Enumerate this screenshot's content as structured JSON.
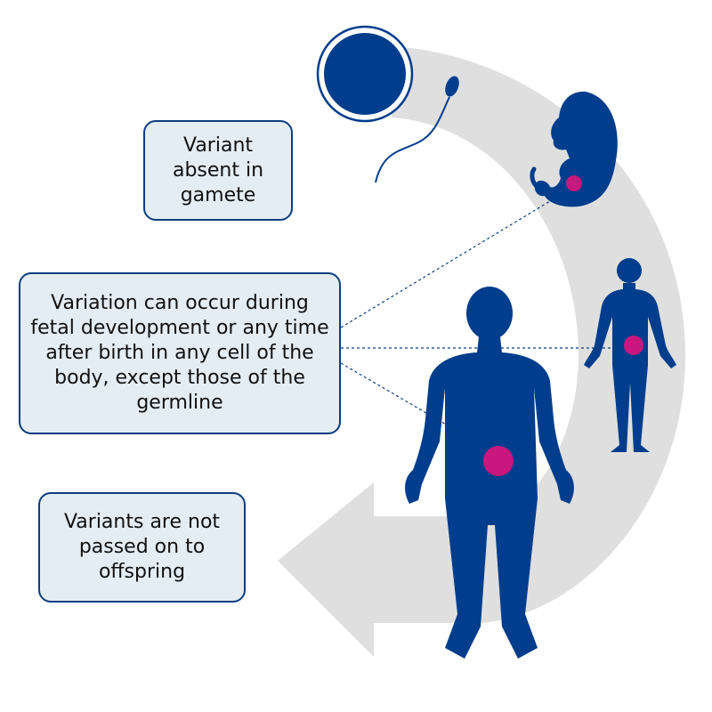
{
  "colors": {
    "figure": "#003d8c",
    "highlight": "#c8177e",
    "arrow": "#dfdfdf",
    "box_fill": "#e3edf3",
    "box_border": "#0f3d7f"
  },
  "icons": [
    "egg-cell-icon",
    "sperm-cell-icon",
    "fetus-icon",
    "child-figure-icon",
    "adult-figure-icon",
    "cycle-arrow-icon"
  ],
  "callouts": {
    "gamete": "Variant absent in gamete",
    "variation": "Variation can occur during fetal development or any time after birth in any cell of the body, except those of the germline",
    "offspring": "Variants are not passed on to offspring"
  }
}
